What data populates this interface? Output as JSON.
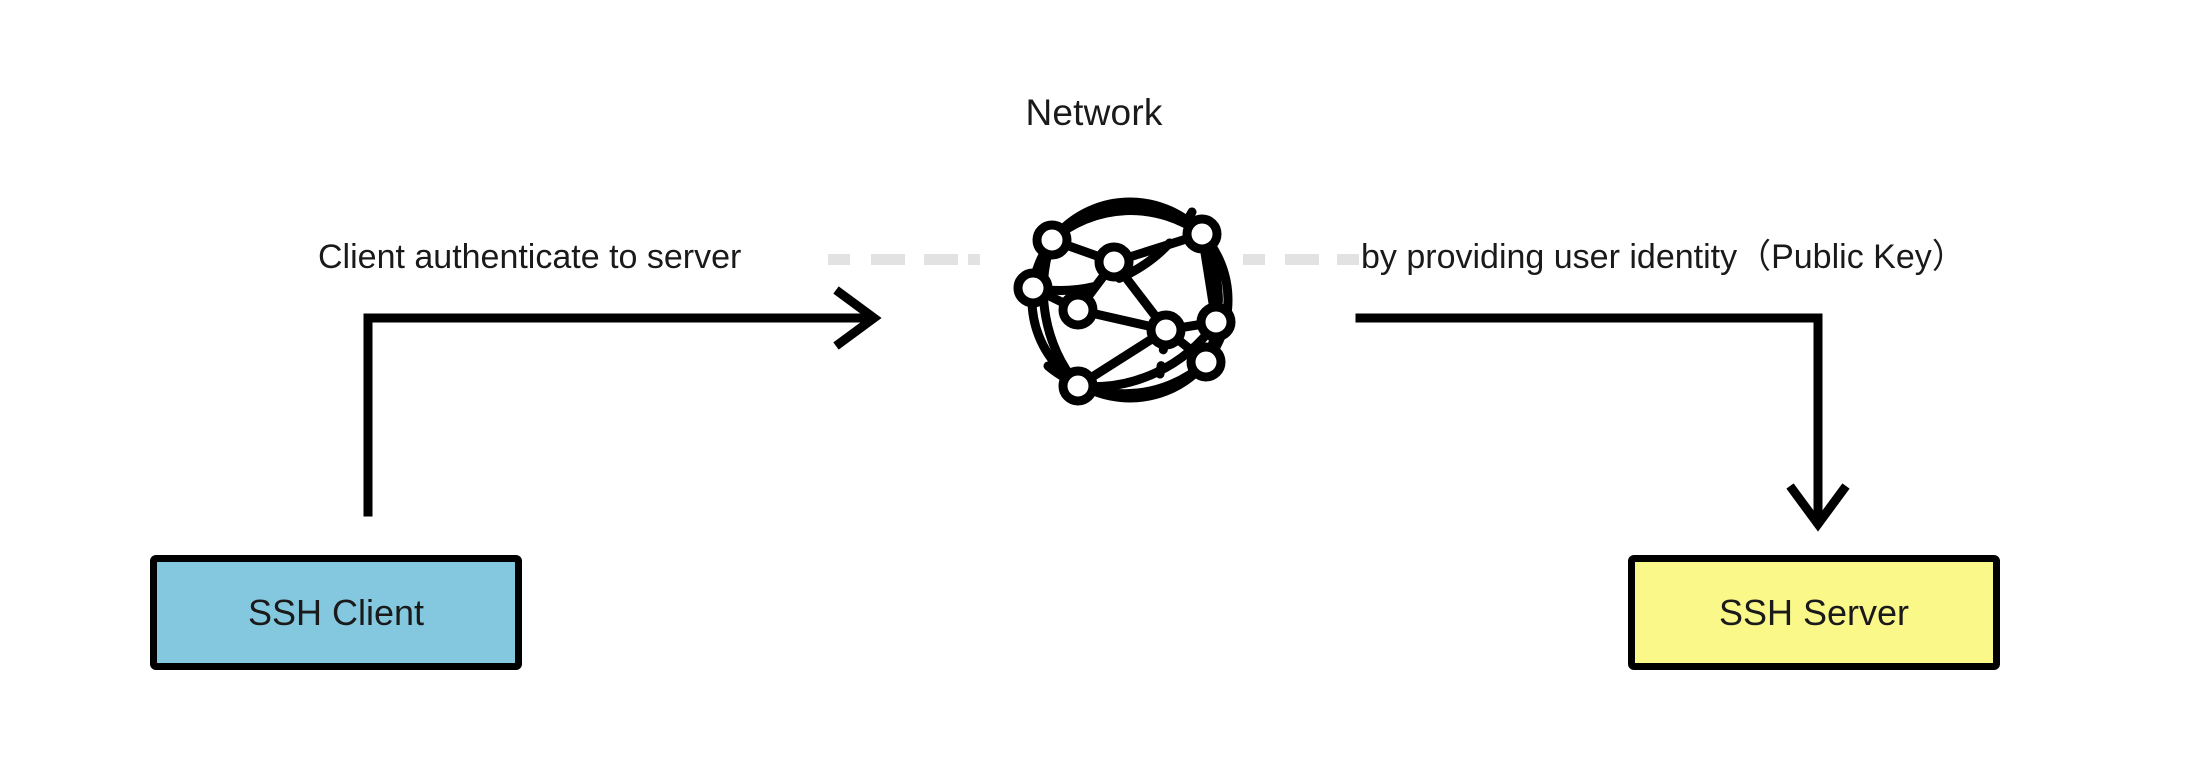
{
  "diagram": {
    "title": "Network",
    "type": "ssh-public-key-authentication-flow",
    "background_color": "#ffffff"
  },
  "labels": {
    "left_flow": "Client authenticate to server",
    "right_flow": "by providing user identity（Public Key）"
  },
  "nodes": {
    "client": {
      "label": "SSH Client",
      "fill_color": "#84C8E0",
      "border_color": "#000000"
    },
    "server": {
      "label": "SSH Server",
      "fill_color": "#FBF88A",
      "border_color": "#000000"
    }
  },
  "connectors": {
    "dash_color": "#E2E2E2",
    "arrow_color": "#000000",
    "left_arrow_direction": "right",
    "right_arrow_direction": "down"
  },
  "icons": {
    "network_globe": "network-globe-icon",
    "globe_node_count": 9
  }
}
